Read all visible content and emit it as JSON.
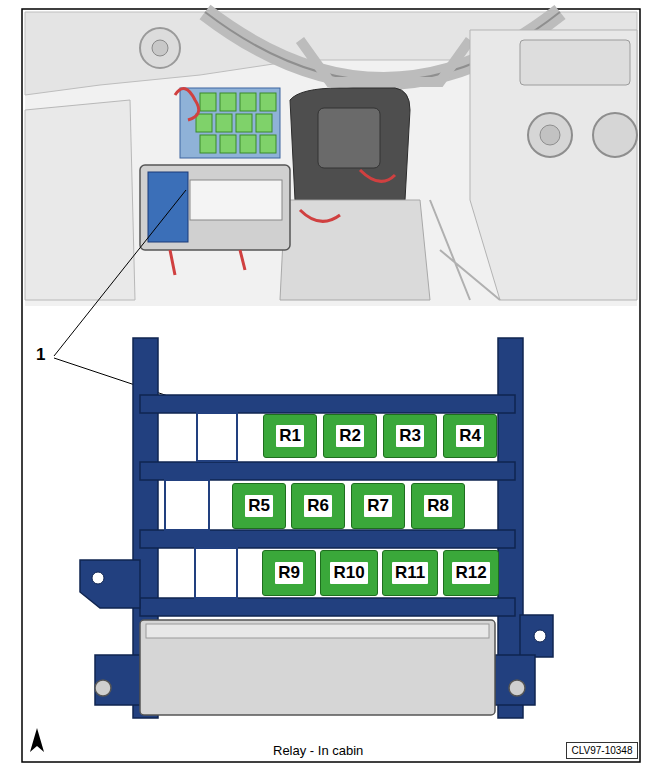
{
  "diagram": {
    "caption": "Relay - In cabin",
    "nodes": [
      {
        "text": [
          "R1"
        ]
      },
      {
        "text": [
          "R2"
        ]
      },
      {
        "text": [
          "R3"
        ]
      },
      {
        "text": [
          "R4"
        ]
      },
      {
        "text": [
          "R5"
        ]
      },
      {
        "text": [
          "R6"
        ]
      },
      {
        "text": [
          "R7"
        ]
      },
      {
        "text": [
          "R8"
        ]
      },
      {
        "text": [
          "R9"
        ]
      },
      {
        "text": [
          "R10"
        ]
      },
      {
        "text": [
          "R11"
        ]
      },
      {
        "text": [
          "R12"
        ]
      },
      {
        "text": [
          "CLV97-10348"
        ]
      }
    ],
    "labels": [
      "1"
    ]
  }
}
